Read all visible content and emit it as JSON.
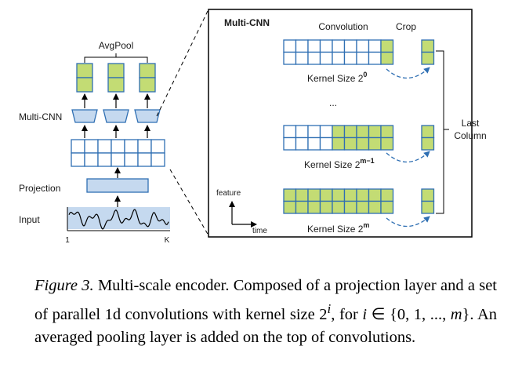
{
  "left": {
    "avgpool_label": "AvgPool",
    "multicnn_label": "Multi-CNN",
    "projection_label": "Projection",
    "input_label": "Input",
    "axis_start": "1",
    "axis_end": "K"
  },
  "right": {
    "title": "Multi-CNN",
    "convolution_label": "Convolution",
    "crop_label": "Crop",
    "kernel_prefix": "Kernel Size 2",
    "kernel_exp_0": "0",
    "ellipsis": "...",
    "kernel_exp_m1": "m−1",
    "kernel_exp_m": "m",
    "last_column_line1": "Last",
    "last_column_line2": "Column",
    "axis_feature": "feature",
    "axis_time": "time"
  },
  "caption": {
    "label": "Figure 3.",
    "text": " Multi-scale encoder.  Composed of a projection layer and a set of parallel 1d convolutions with kernel size 2",
    "sup": "i",
    "text_for": ", for ",
    "var_i": "i",
    "elem": " ∈ {0, 1, ..., ",
    "var_m": "m",
    "text_end": "}.  An averaged pooling layer is added on the top of convolutions."
  },
  "colors": {
    "blue": "#2f6fb3",
    "green": "#c3dc74",
    "light_blue": "#c5d9ef"
  }
}
